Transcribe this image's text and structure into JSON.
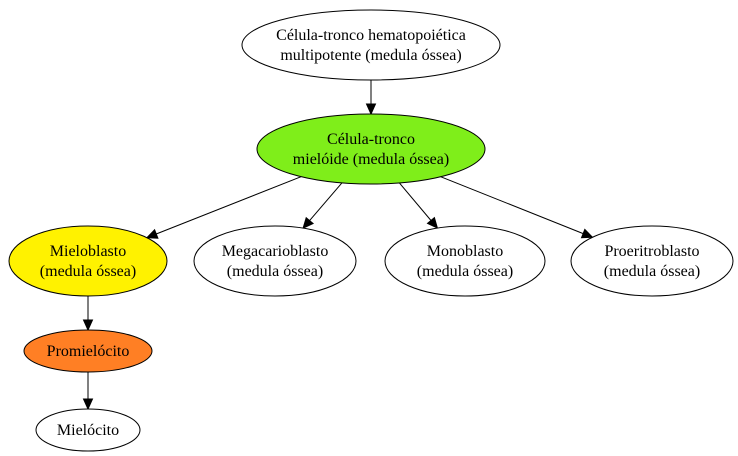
{
  "diagram": {
    "nodes": [
      {
        "id": "hsc",
        "lines": [
          "Célula-tronco hematopoiética",
          "multipotente (medula óssea)"
        ],
        "fill": "#ffffff"
      },
      {
        "id": "myeloid",
        "lines": [
          "Célula-tronco",
          "mielóide (medula óssea)"
        ],
        "fill": "#7fee1a"
      },
      {
        "id": "myeloblast",
        "lines": [
          "Mieloblasto",
          "(medula óssea)"
        ],
        "fill": "#fff200"
      },
      {
        "id": "megakaryoblast",
        "lines": [
          "Megacarioblasto",
          "(medula óssea)"
        ],
        "fill": "#ffffff"
      },
      {
        "id": "monoblast",
        "lines": [
          "Monoblasto",
          "(medula óssea)"
        ],
        "fill": "#ffffff"
      },
      {
        "id": "proerythroblast",
        "lines": [
          "Proeritroblasto",
          "(medula óssea)"
        ],
        "fill": "#ffffff"
      },
      {
        "id": "promyelocyte",
        "lines": [
          "Promielócito"
        ],
        "fill": "#ff7f24"
      },
      {
        "id": "myelocyte",
        "lines": [
          "Mielócito"
        ],
        "fill": "#ffffff"
      }
    ],
    "edges": [
      {
        "from": "hsc",
        "to": "myeloid"
      },
      {
        "from": "myeloid",
        "to": "myeloblast"
      },
      {
        "from": "myeloid",
        "to": "megakaryoblast"
      },
      {
        "from": "myeloid",
        "to": "monoblast"
      },
      {
        "from": "myeloid",
        "to": "proerythroblast"
      },
      {
        "from": "myeloblast",
        "to": "promyelocyte"
      },
      {
        "from": "promyelocyte",
        "to": "myelocyte"
      }
    ]
  }
}
